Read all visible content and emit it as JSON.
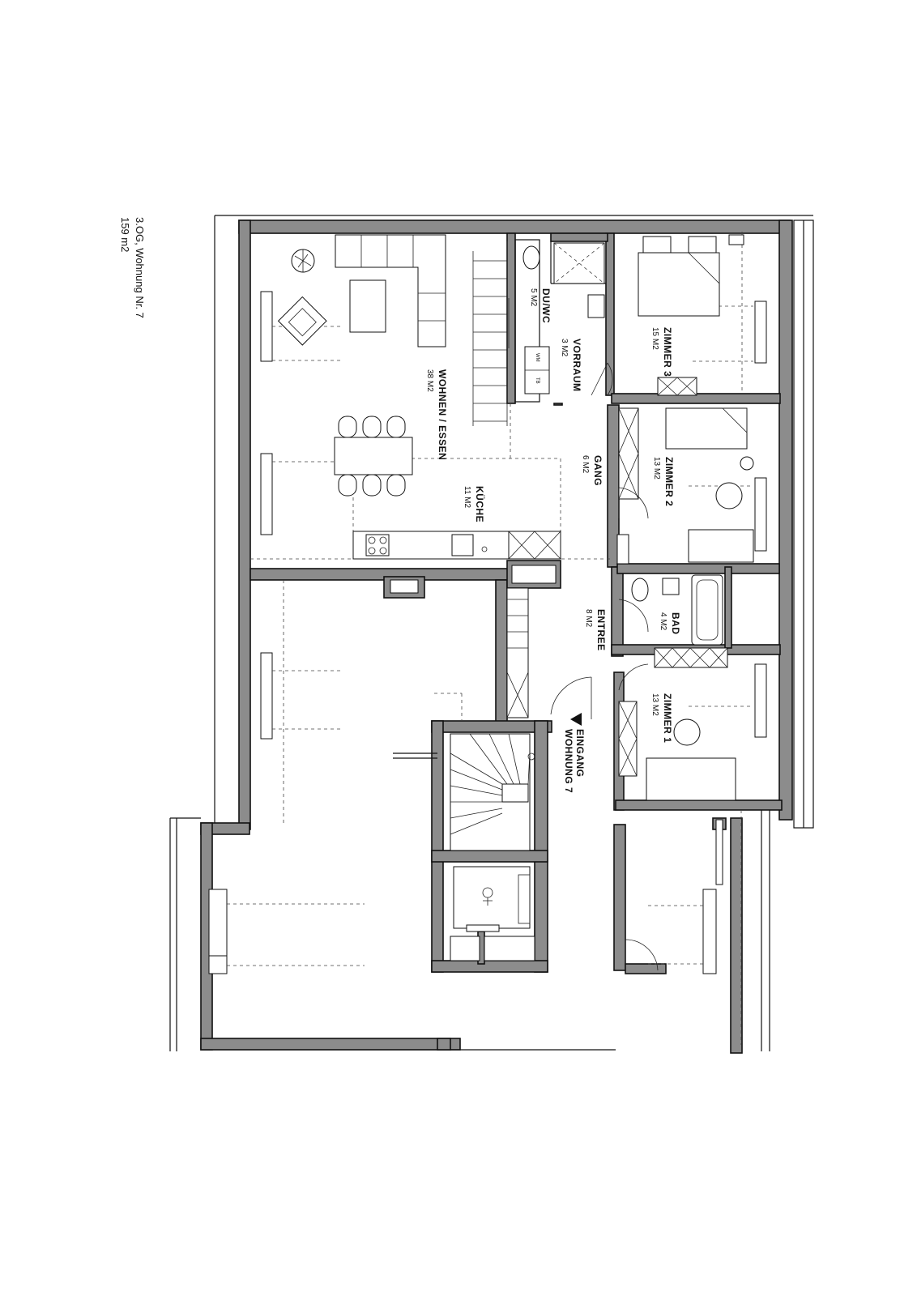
{
  "caption": {
    "line1": "3.OG, Wohnung Nr. 7",
    "line2": "159 m2"
  },
  "rooms": {
    "wohnen": {
      "name": "WOHNEN / ESSEN",
      "area": "38 M2"
    },
    "kueche": {
      "name": "KÜCHE",
      "area": "11 M2"
    },
    "duwc": {
      "name": "DU/WC",
      "area": "5 M2"
    },
    "vorraum": {
      "name": "VORRAUM",
      "area": "3 M2"
    },
    "gang": {
      "name": "GANG",
      "area": "6 M2"
    },
    "zimmer3": {
      "name": "ZIMMER 3",
      "area": "15 M2"
    },
    "zimmer2": {
      "name": "ZIMMER 2",
      "area": "13 M2"
    },
    "entree": {
      "name": "ENTREE",
      "area": "8 M2"
    },
    "bad": {
      "name": "BAD",
      "area": "4 M2"
    },
    "zimmer1": {
      "name": "ZIMMER 1",
      "area": "13 M2"
    }
  },
  "entrance": {
    "line1": "EINGANG",
    "line2": "WOHNUNG 7"
  },
  "fixtures": {
    "wm": "WM",
    "tb": "TB"
  }
}
